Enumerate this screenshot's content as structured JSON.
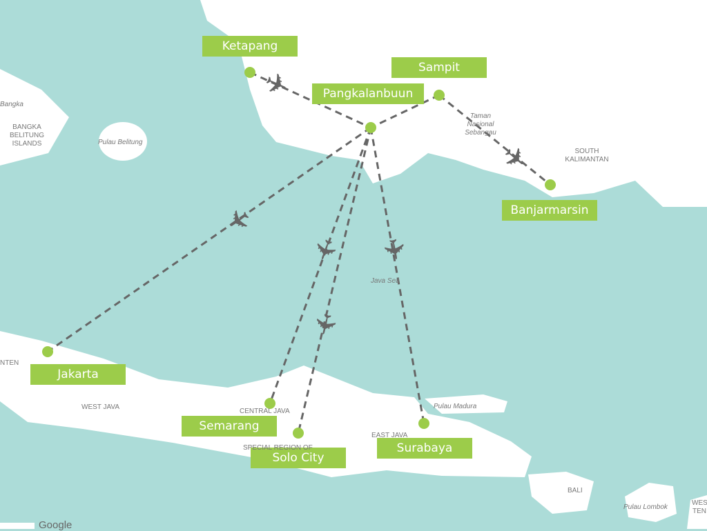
{
  "colors": {
    "sea": "#acdcd8",
    "land": "#ffffff",
    "marker": "#9ccc4a",
    "route": "#666666"
  },
  "cities": [
    {
      "id": "ketapang",
      "name": "Ketapang"
    },
    {
      "id": "sampit",
      "name": "Sampit"
    },
    {
      "id": "pangkalanbuun",
      "name": "Pangkalanbuun"
    },
    {
      "id": "banjarmarsin",
      "name": "Banjarmarsin"
    },
    {
      "id": "jakarta",
      "name": "Jakarta"
    },
    {
      "id": "semarang",
      "name": "Semarang"
    },
    {
      "id": "solo",
      "name": "Solo City"
    },
    {
      "id": "surabaya",
      "name": "Surabaya"
    }
  ],
  "routes": [
    [
      "ketapang",
      "pangkalanbuun"
    ],
    [
      "sampit",
      "pangkalanbuun"
    ],
    [
      "sampit",
      "banjarmarsin"
    ],
    [
      "pangkalanbuun",
      "jakarta"
    ],
    [
      "pangkalanbuun",
      "semarang"
    ],
    [
      "pangkalanbuun",
      "solo"
    ],
    [
      "pangkalanbuun",
      "surabaya"
    ]
  ],
  "route_icon": "airplane-icon",
  "map_labels": {
    "bangka": "Bangka",
    "bangka_belitung": "BANGKA BELITUNG ISLANDS",
    "pulau_belitung": "Pulau Belitung",
    "taman": "Taman Nasional Sebangau",
    "south_kalimantan": "SOUTH KALIMANTAN",
    "java_sea": "Java Sea",
    "west_java": "WEST JAVA",
    "central_java": "CENTRAL JAVA",
    "special_region": "SPECIAL REGION OF",
    "east_java": "EAST JAVA",
    "pulau_madura": "Pulau Madura",
    "bali": "BALI",
    "pulau_lombok": "Pulau Lombok",
    "west_ten": "WEST TEN",
    "banten": "NTEN"
  },
  "attribution": "Google"
}
